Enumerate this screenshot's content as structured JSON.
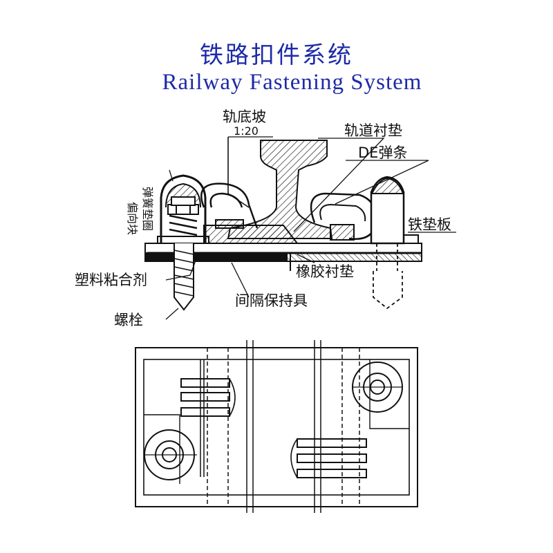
{
  "title_cn": "铁路扣件系统",
  "title_en": "Railway Fastening System",
  "labels": {
    "rail_base_slope": "轨底坡",
    "slope_ratio": "1:20",
    "track_pad": "轨道衬垫",
    "de_clip": "DE弹条",
    "insulator_spring_washer_a": "偏向块",
    "insulator_spring_washer_b": "弹簧垫圈",
    "base_plate": "铁垫板",
    "rubber_pad": "橡胶衬垫",
    "plastic_adhesive": "塑料粘合剂",
    "spacer_holder": "间隔保持具",
    "bolt": "螺栓"
  },
  "colors": {
    "title": "#1d2aa8",
    "line": "#111111"
  }
}
